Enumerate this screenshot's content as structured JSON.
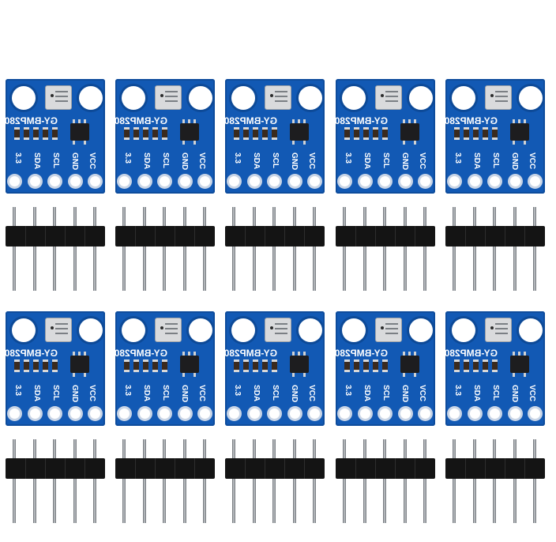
{
  "photo": {
    "module_count": 10,
    "columns": 5,
    "rows": 2,
    "pins_per_header": 5,
    "colors": {
      "pcb": "#1259b4",
      "silkscreen": "#ffffff",
      "sensor": "#d9dadc",
      "header_plastic": "#141414"
    }
  },
  "module": {
    "brand_label": "GY-BMP280",
    "pin_labels": [
      "3.3",
      "SDA",
      "SCL",
      "GND",
      "VCC"
    ]
  }
}
